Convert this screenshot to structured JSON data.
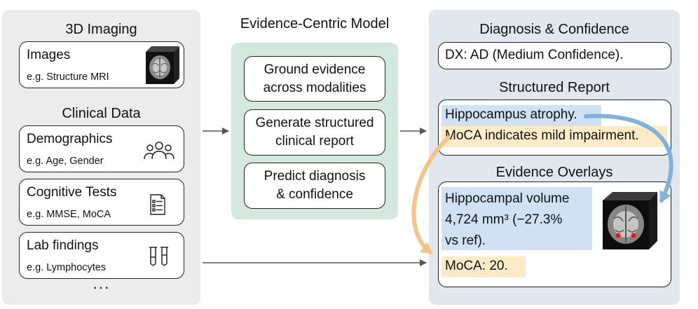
{
  "left": {
    "imaging_title": "3D Imaging",
    "images": {
      "title": "Images",
      "subtitle": "e.g. Structure MRI"
    },
    "clinical_title": "Clinical Data",
    "demographics": {
      "title": "Demographics",
      "subtitle": "e.g. Age, Gender"
    },
    "cognitive": {
      "title": "Cognitive Tests",
      "subtitle": "e.g. MMSE, MoCA"
    },
    "lab": {
      "title": "Lab findings",
      "subtitle": "e.g. Lymphocytes"
    },
    "ellipsis": "···"
  },
  "middle": {
    "title": "Evidence-Centric Model",
    "steps": [
      {
        "line1": "Ground evidence",
        "line2": "across modalities"
      },
      {
        "line1": "Generate structured",
        "line2": "clinical report"
      },
      {
        "line1": "Predict diagnosis",
        "line2": "& confidence"
      }
    ]
  },
  "right": {
    "diagnosis_title": "Diagnosis & Confidence",
    "diagnosis_text": "DX: AD (Medium Confidence).",
    "report_title": "Structured Report",
    "report_line1": "Hippocampus atrophy.",
    "report_line2": "MoCA indicates mild impairment.",
    "overlay_title": "Evidence Overlays",
    "overlay_line1": "Hippocampal volume",
    "overlay_line2": "4,724 mm³ (−27.3%",
    "overlay_line3": "vs ref).",
    "overlay_moca": "MoCA: 20."
  },
  "colors": {
    "left_panel": "#ececec",
    "middle_panel": "#d5e8e0",
    "right_panel": "#e2e7ed",
    "blue_highlight": "#cfe1f2",
    "orange_highlight": "#fdebc8",
    "blue_arrow": "#7fb3dc",
    "orange_arrow": "#f3c48d",
    "connector": "#555555"
  },
  "icons": {
    "mri_cube": "mri-cube-icon",
    "people": "people-icon",
    "clipboard": "clipboard-icon",
    "test_tubes": "test-tubes-icon"
  }
}
